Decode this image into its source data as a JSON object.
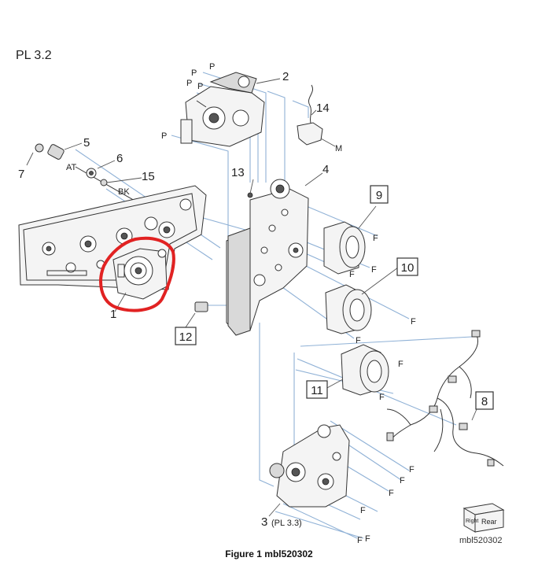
{
  "page": {
    "plate_label": "PL 3.2",
    "caption": "Figure 1 mbl520302"
  },
  "parts": {
    "p1": "1",
    "p2": "2",
    "p3": "3",
    "p3_ref": "(PL 3.3)",
    "p4": "4",
    "p5": "5",
    "p6": "6",
    "p7": "7",
    "p13": "13",
    "p14": "14",
    "p15": "15",
    "p8": "8",
    "p9": "9",
    "p10": "10",
    "p11": "11",
    "p12": "12"
  },
  "markers": {
    "P": "P",
    "F": "F",
    "M": "M",
    "AT": "AT",
    "BK": "BK"
  },
  "orientation": {
    "right": "Right",
    "rear": "Rear",
    "id": "mbl520302"
  },
  "colors": {
    "highlight": "#e12222",
    "leader_blue": "#8fb1d6"
  }
}
